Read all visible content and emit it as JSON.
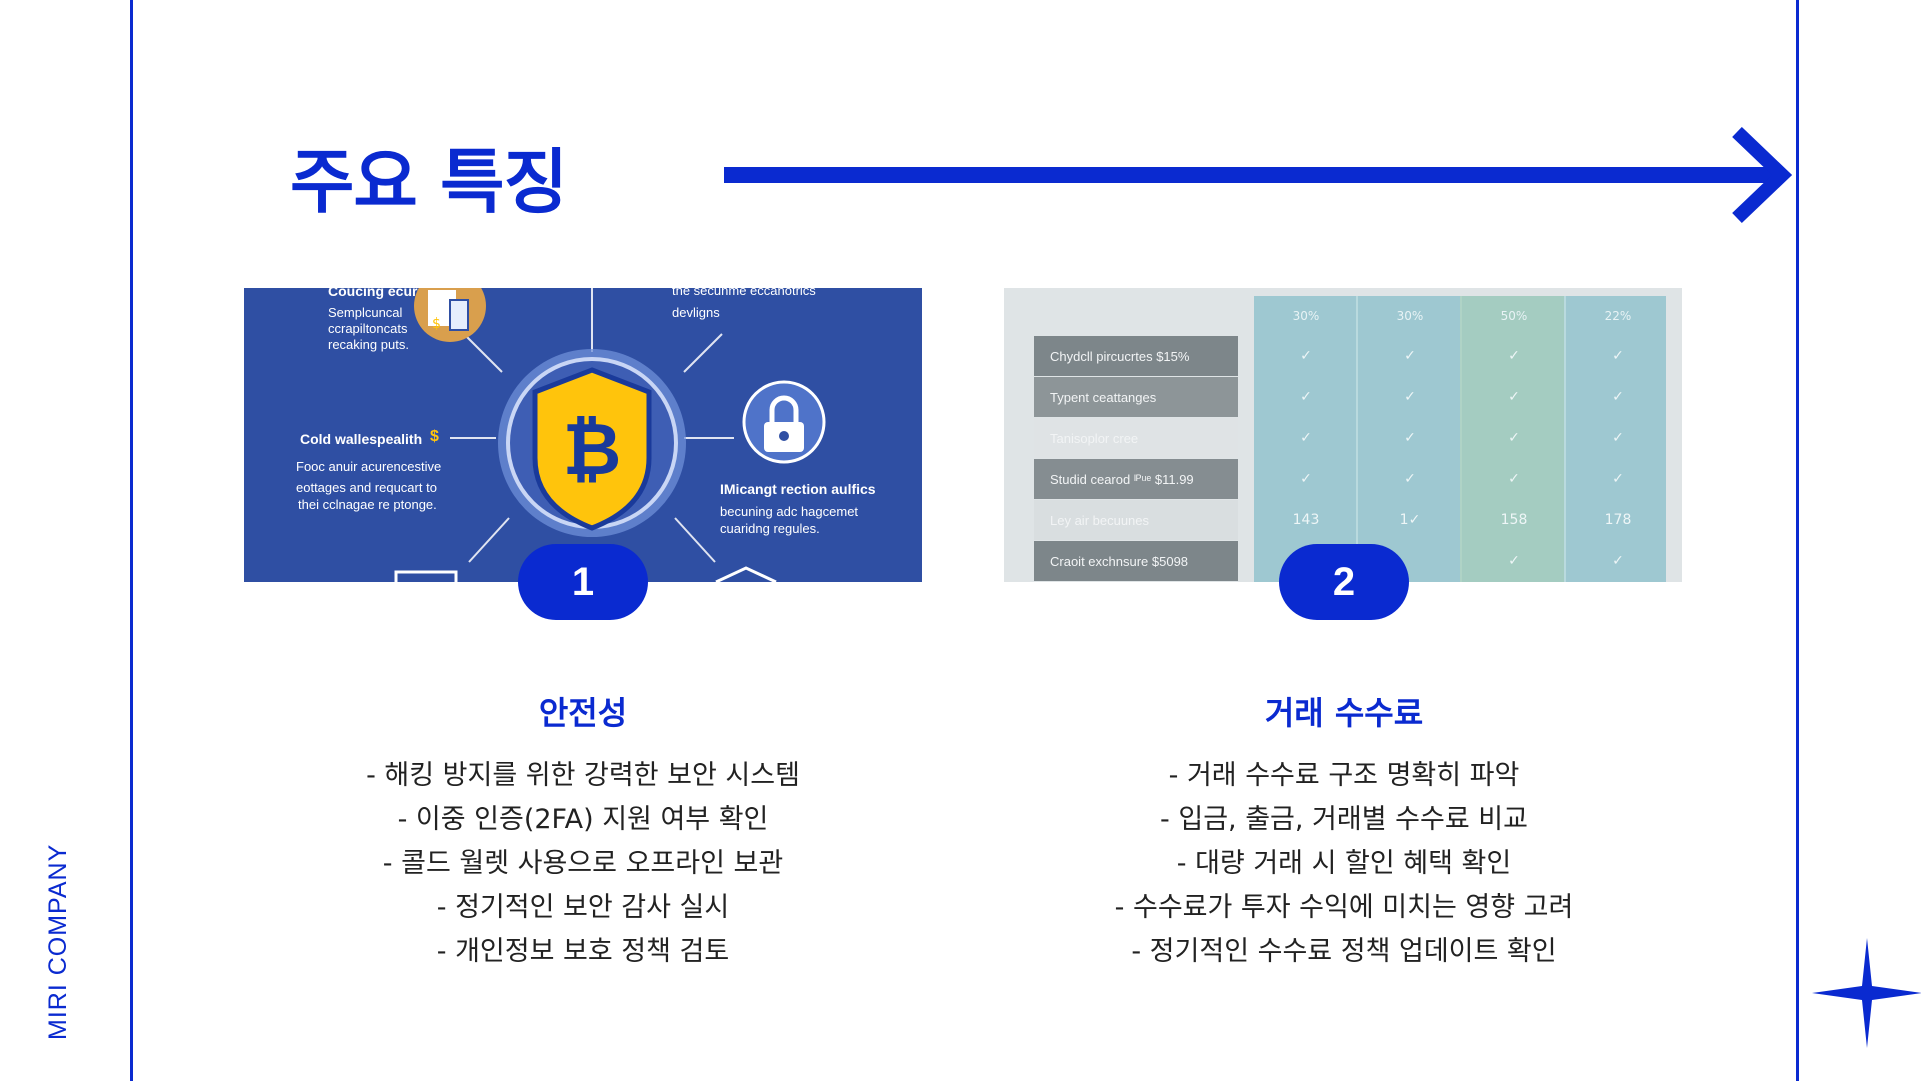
{
  "brand": "MIRI COMPANY",
  "title": "주요 특징",
  "colors": {
    "accent": "#0a2ad0"
  },
  "features": [
    {
      "number": "1",
      "title": "안전성",
      "bullets": [
        "- 해킹 방지를 위한 강력한 보안 시스템",
        "- 이중 인증(2FA) 지원 여부 확인",
        "- 콜드 월렛 사용으로 오프라인 보관",
        "- 정기적인 보안 감사 실시",
        "- 개인정보 보호 정책 검토"
      ],
      "image": {
        "top_left": [
          "Coucing ecur",
          "Semplcuncal",
          "ccrapiltoncats",
          "recaking puts."
        ],
        "top_right": [
          "the secunme eccanotrics",
          "devligns"
        ],
        "left_heading": "Cold wallespealith",
        "left_lines": [
          "Fooc anuir acurencestive",
          "eottages and requcart to",
          "thei cclnagae re ptonge."
        ],
        "right_heading": "IMicangt rection aulfics",
        "right_lines": [
          "becuning adc hagcemet",
          "cuaridng regules."
        ]
      }
    },
    {
      "number": "2",
      "title": "거래 수수료",
      "bullets": [
        "- 거래 수수료 구조 명확히 파악",
        "- 입금, 출금, 거래별 수수료 비교",
        "- 대량 거래 시 할인 혜택 확인",
        "- 수수료가 투자 수익에 미치는 영향 고려",
        "- 정기적인 수수료 정책 업데이트 확인"
      ],
      "image": {
        "headers": [
          "30%",
          "30%",
          "50%",
          "22%"
        ],
        "rows": [
          {
            "label": "Chydcll pircucrtes $15%",
            "cells": [
              "✓",
              "✓",
              "✓",
              "✓"
            ]
          },
          {
            "label": "Typent ceattanges",
            "cells": [
              "✓",
              "✓",
              "✓",
              "✓"
            ]
          },
          {
            "label": "Tanisoplor cree",
            "cells": [
              "✓",
              "✓",
              "✓",
              "✓"
            ]
          },
          {
            "label": "Studid cearod ᴵᴾᵘᵉ $11.99",
            "cells": [
              "✓",
              "✓",
              "✓",
              "✓"
            ]
          },
          {
            "label": "Ley air becuunes",
            "cells": [
              "143",
              "1✓",
              "158",
              "178"
            ]
          },
          {
            "label": "Craoit exchnsure $5098",
            "cells": [
              "",
              "",
              "✓",
              "✓"
            ]
          }
        ]
      }
    }
  ]
}
